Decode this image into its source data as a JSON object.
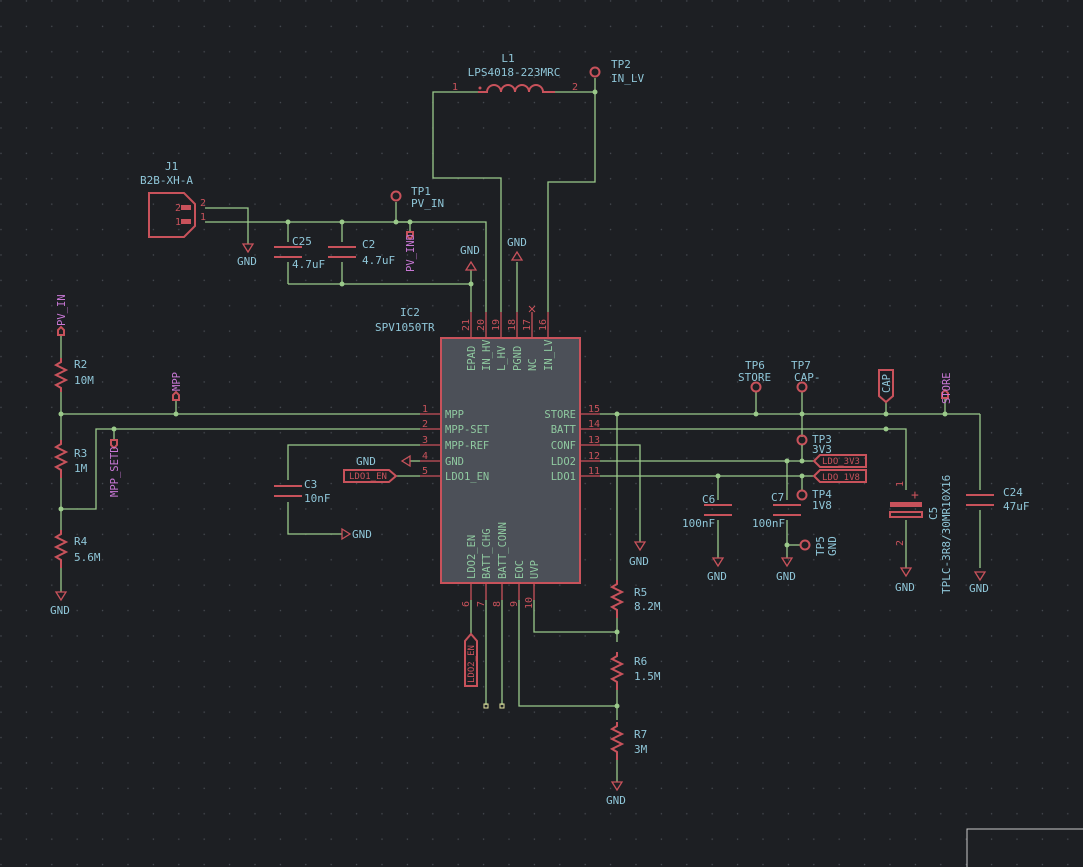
{
  "components": {
    "L1": {
      "ref": "L1",
      "value": "LPS4018-223MRC",
      "pin1": "1",
      "pin2": "2"
    },
    "TP2": {
      "ref": "TP2",
      "value": "IN_LV"
    },
    "TP1": {
      "ref": "TP1",
      "value": "PV_IN"
    },
    "J1": {
      "ref": "J1",
      "value": "B2B-XH-A",
      "pin1": "1",
      "pin2": "2"
    },
    "C25": {
      "ref": "C25",
      "value": "4.7uF"
    },
    "C2": {
      "ref": "C2",
      "value": "4.7uF"
    },
    "IC2": {
      "ref": "IC2",
      "value": "SPV1050TR"
    },
    "R2": {
      "ref": "R2",
      "value": "10M"
    },
    "R3": {
      "ref": "R3",
      "value": "1M"
    },
    "R4": {
      "ref": "R4",
      "value": "5.6M"
    },
    "C3": {
      "ref": "C3",
      "value": "10nF"
    },
    "TP6": {
      "ref": "TP6",
      "value": "STORE"
    },
    "TP7": {
      "ref": "TP7",
      "value": "CAP-"
    },
    "TP3": {
      "ref": "TP3",
      "value": "3V3"
    },
    "TP4": {
      "ref": "TP4",
      "value": "1V8"
    },
    "TP5": {
      "ref": "TP5",
      "value": "GND"
    },
    "C6": {
      "ref": "C6",
      "value": "100nF"
    },
    "C7": {
      "ref": "C7",
      "value": "100nF"
    },
    "C5": {
      "ref": "C5",
      "value": "TPLC-3R8/30MR10X16"
    },
    "C24": {
      "ref": "C24",
      "value": "47uF"
    },
    "R5": {
      "ref": "R5",
      "value": "8.2M"
    },
    "R6": {
      "ref": "R6",
      "value": "1.5M"
    },
    "R7": {
      "ref": "R7",
      "value": "3M"
    }
  },
  "ic_pins": {
    "left": [
      {
        "num": "1",
        "name": "MPP"
      },
      {
        "num": "2",
        "name": "MPP-SET"
      },
      {
        "num": "3",
        "name": "MPP-REF"
      },
      {
        "num": "4",
        "name": "GND"
      },
      {
        "num": "5",
        "name": "LDO1_EN"
      }
    ],
    "right": [
      {
        "num": "15",
        "name": "STORE"
      },
      {
        "num": "14",
        "name": "BATT"
      },
      {
        "num": "13",
        "name": "CONF"
      },
      {
        "num": "12",
        "name": "LDO2"
      },
      {
        "num": "11",
        "name": "LDO1"
      }
    ],
    "top": [
      {
        "num": "21",
        "name": "EPAD"
      },
      {
        "num": "20",
        "name": "IN_HV"
      },
      {
        "num": "19",
        "name": "L_HV"
      },
      {
        "num": "18",
        "name": "PGND"
      },
      {
        "num": "17",
        "name": "NC"
      },
      {
        "num": "16",
        "name": "IN_LV"
      }
    ],
    "bottom": [
      {
        "num": "6",
        "name": "LDO2_EN"
      },
      {
        "num": "7",
        "name": "BATT_CHG"
      },
      {
        "num": "8",
        "name": "BATT_CONN"
      },
      {
        "num": "9",
        "name": "EOC"
      },
      {
        "num": "10",
        "name": "UVP"
      }
    ]
  },
  "nets": {
    "pv_in": "PV_IN",
    "pv_ind": "PV_IND",
    "mpp": "MPP",
    "mpp_setd": "MPP_SETD",
    "cap": "CAP",
    "store": "STORE",
    "ldo1_en": "LDO1_EN",
    "ldo2_en": "LDO2_EN",
    "ldo_3v3": "LDO_3V3",
    "ldo_1v8": "LDO_1V8",
    "gnd": "GND",
    "c5_plus": "+",
    "c5_pin1": "1",
    "c5_pin2": "2"
  },
  "colors": {
    "background": "#1d1f23",
    "wire": "#9ac98a",
    "component": "#c8525b",
    "ic_fill": "#4c5058",
    "reference": "#8fc6d8",
    "net_label": "#c978d6"
  }
}
